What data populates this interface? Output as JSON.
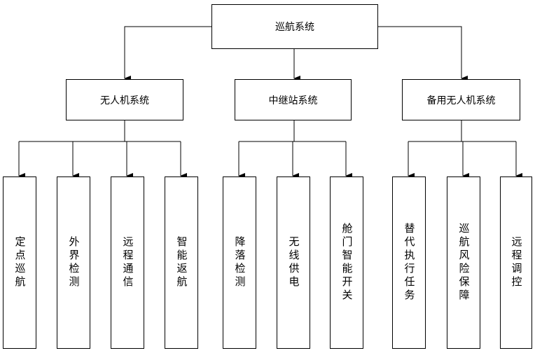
{
  "root": {
    "label": "巡航系统"
  },
  "groups": [
    {
      "label": "无人机系统",
      "children": [
        "定点巡航",
        "外界检测",
        "远程通信",
        "智能返航"
      ]
    },
    {
      "label": "中继站系统",
      "children": [
        "降落检测",
        "无线供电",
        "舱门智能开关"
      ]
    },
    {
      "label": "备用无人机系统",
      "children": [
        "替代执行任务",
        "巡航风险保障",
        "远程调控"
      ]
    }
  ]
}
